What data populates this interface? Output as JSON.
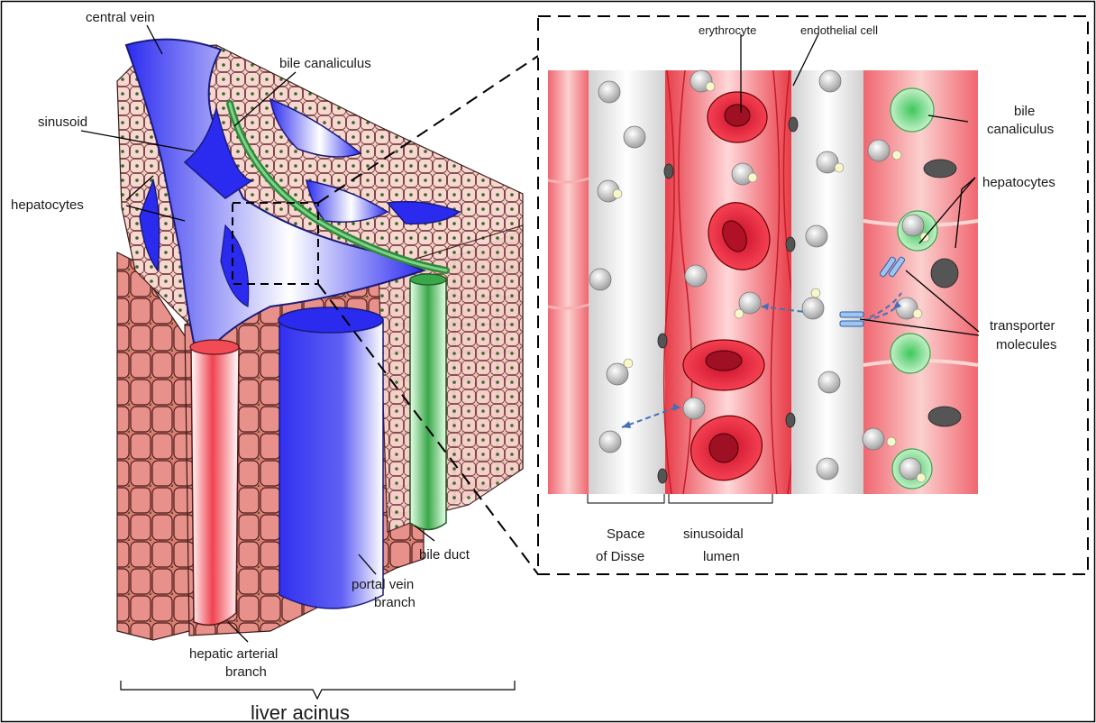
{
  "labels": {
    "central_vein": "central vein",
    "sinusoid": "sinusoid",
    "hepatocytes_left": "hepatocytes",
    "bile_canaliculus_left": "bile canaliculus",
    "hepatic_arterial_line1": "hepatic arterial",
    "hepatic_arterial_line2": "branch",
    "portal_vein_line1": "portal vein",
    "portal_vein_line2": "branch",
    "bile_duct": "bile duct",
    "liver_acinus": "liver acinus",
    "erythrocyte": "erythrocyte",
    "endothelial_cell": "endothelial cell",
    "bile_canaliculus_right_line1": "bile",
    "bile_canaliculus_right_line2": "canaliculus",
    "hepatocytes_right": "hepatocytes",
    "transporter_line1": "transporter",
    "transporter_line2": "molecules",
    "space_disse_line1": "Space",
    "space_disse_line2": "of Disse",
    "sinusoidal_lumen_line1": "sinusoidal",
    "sinusoidal_lumen_line2": "lumen"
  },
  "colors": {
    "vein_blue": "#2b2bf0",
    "artery_red": "#e8343f",
    "bile_green": "#3aa84a",
    "hepatocyte_pink": "#f4b7b0",
    "inset_red": "#e83c48",
    "inset_grey": "#d8d8d8"
  }
}
